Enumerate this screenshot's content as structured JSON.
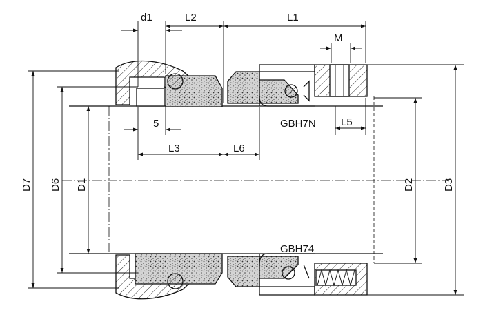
{
  "diagram": {
    "dimension_labels": {
      "d1": "d1",
      "L2": "L2",
      "L1": "L1",
      "M": "M",
      "five": "5",
      "L3": "L3",
      "L6": "L6",
      "L5": "L5",
      "D7": "D7",
      "D6": "D6",
      "D1": "D1",
      "D2": "D2",
      "D3": "D3"
    },
    "variant_labels": {
      "top": "GBH7N",
      "bottom": "GBH74"
    },
    "colors": {
      "line": "#111111",
      "background": "#ffffff",
      "seal_face_fill": "#cfcfcf"
    }
  }
}
